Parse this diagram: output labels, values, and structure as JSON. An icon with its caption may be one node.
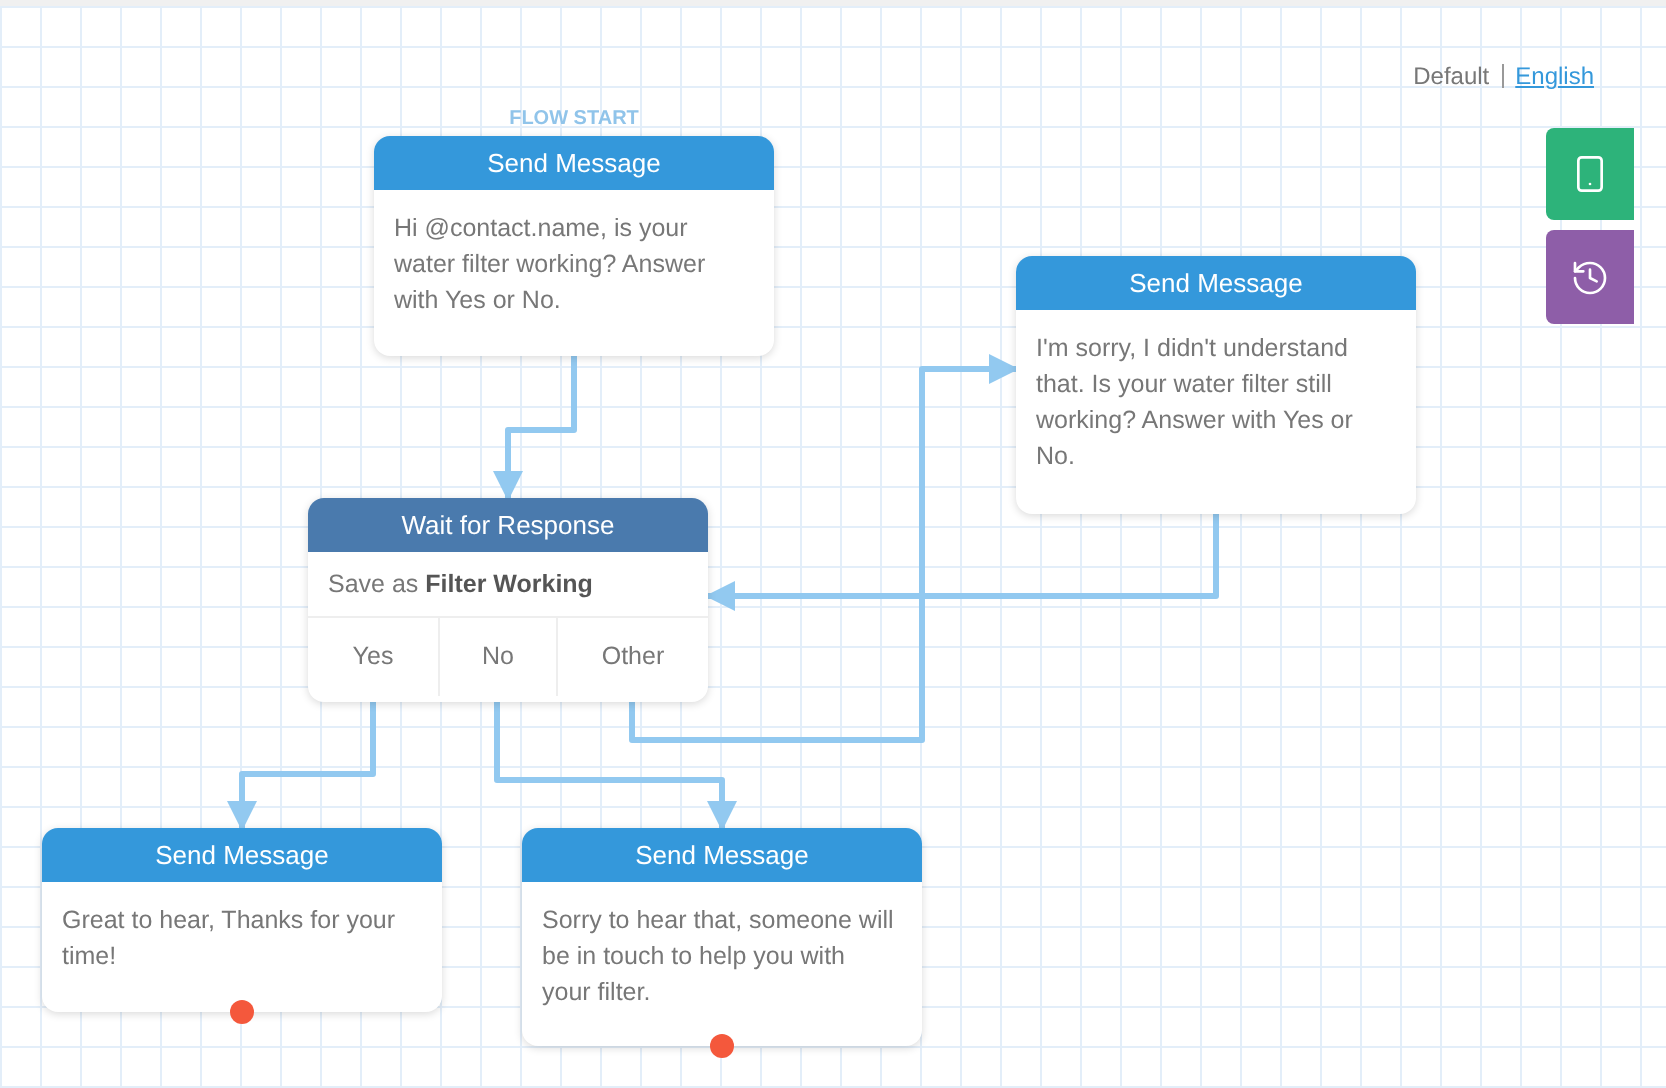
{
  "diagram": {
    "nodes": [
      {
        "text": [
          "Send Message",
          "Hi @contact.name, is your water filter working? Answer with Yes or No."
        ],
        "beside": [
          "FLOW START"
        ]
      },
      {
        "text": [
          "Wait for Response",
          "Save as **Filter Working**"
        ]
      },
      {
        "text": [
          "Yes"
        ],
        "in": 1
      },
      {
        "text": [
          "No"
        ],
        "in": 1
      },
      {
        "text": [
          "Other"
        ],
        "in": 1
      },
      {
        "text": [
          "Send Message",
          "I'm sorry, I didn't understand that. Is your water filter still working? Answer with Yes or No."
        ]
      },
      {
        "text": [
          "Send Message",
          "Great to hear, Thanks for your time!"
        ]
      },
      {
        "text": [
          "Send Message",
          "Sorry to hear that, someone will be in touch to help you with your filter."
        ]
      }
    ],
    "edges": [
      {
        "from": 0,
        "to": 1,
        "arrow": "to"
      },
      {
        "from": 2,
        "to": 6,
        "arrow": "to"
      },
      {
        "from": 3,
        "to": 7,
        "arrow": "to"
      },
      {
        "from": 4,
        "to": 5,
        "arrow": "to"
      },
      {
        "from": 5,
        "to": 1,
        "arrow": "to"
      }
    ],
    "labels": [
      "Default",
      "English"
    ]
  }
}
